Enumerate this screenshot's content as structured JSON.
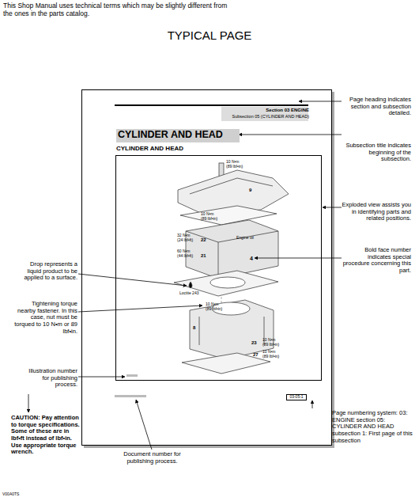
{
  "diagram": {
    "title": "TYPICAL PAGE",
    "nodes": [
      {
        "text": [
          "Section 03 ENGINE",
          "Subsection 05 (CYLINDER AND HEAD)",
          "CYLINDER AND HEAD",
          "03-05-1"
        ]
      },
      {
        "text": [
          "CYLINDER AND HEAD"
        ],
        "in": 0
      },
      {
        "text": [
          "10 N•m (89 lbf•in)",
          "9",
          "10 N•m (89 lbf•in)",
          "32 N•m (24 lbf•ft)",
          "22",
          "Engine oil",
          "60 N•m (44 lbf•ft)",
          "21",
          "4",
          "Loctite 243",
          "10 N•m (89 lbf•in)",
          "8",
          "23",
          "10 N•m (89 lbf•in)",
          "27",
          "10 N•m (89 lbf•in)"
        ],
        "in": 0
      }
    ],
    "labels": [
      "This Shop Manual uses technical terms which may be slightly different from the ones in the parts catalog.",
      "Page heading indicates section and subsection detailed.",
      "Subsection title indicates beginning of the subsection.",
      "Exploded view assists you in identifying parts and related positions.",
      "Bold face number indicates special procedure concerning this part.",
      "Page numbering system: 03: ENGINE section 05: CYLINDER AND HEAD subsection 1: First page of this subsection",
      "Drop represents a liquid product to be applied to a surface.",
      "Tightening torque nearby fastener. In this case, nut must be torqued to 10 N•m or 89 lbf•in.",
      "Illustration number for publishing process.",
      "CAUTION: Pay attention to torque specifications. Some of these are in lbf•ft instead of lbf•in. Use appropriate torque wrench.",
      "Document number for publishing process.",
      "V00A0TS"
    ]
  }
}
